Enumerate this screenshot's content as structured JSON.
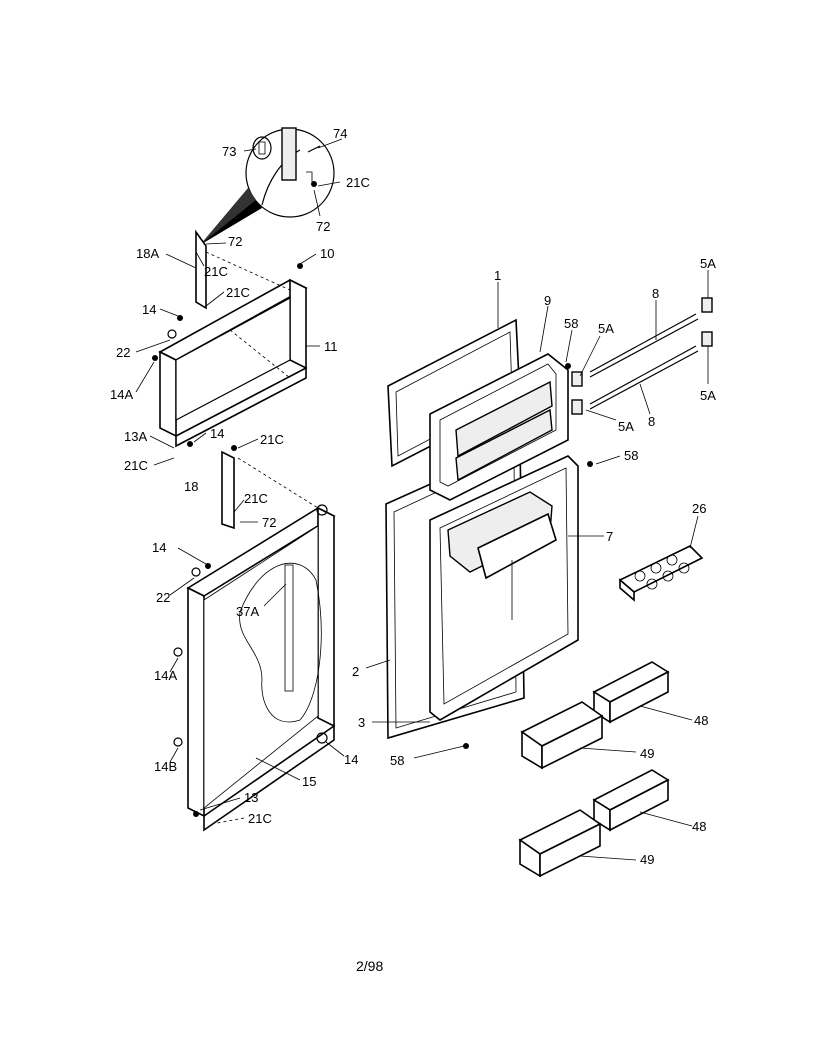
{
  "labels": {
    "p74": "74",
    "p73": "73",
    "p21c_detail": "21C",
    "p72_detail": "72",
    "p72_a": "72",
    "p18a": "18A",
    "p21c_a": "21C",
    "p10": "10",
    "p21c_b": "21C",
    "p14_a": "14",
    "p11": "11",
    "p22_a": "22",
    "p14a_a": "14A",
    "p13a": "13A",
    "p14_b": "14",
    "p21c_c": "21C",
    "p21c_d": "21C",
    "p18": "18",
    "p21c_e": "21C",
    "p72_b": "72",
    "p14_c": "14",
    "p22_b": "22",
    "p37a": "37A",
    "p14a_b": "14A",
    "p14b": "14B",
    "p15": "15",
    "p14_d": "14",
    "p13": "13",
    "p21c_f": "21C",
    "p1": "1",
    "p9": "9",
    "p58_a": "58",
    "p5a_a": "5A",
    "p8_a": "8",
    "p5a_b": "5A",
    "p5a_c": "5A",
    "p5a_d": "5A",
    "p8_b": "8",
    "p58_b": "58",
    "p7": "7",
    "p26": "26",
    "p2": "2",
    "p3": "3",
    "p58_c": "58",
    "p48_a": "48",
    "p49_a": "49",
    "p48_b": "48",
    "p49_b": "49"
  },
  "footer": {
    "page": "2/98"
  }
}
